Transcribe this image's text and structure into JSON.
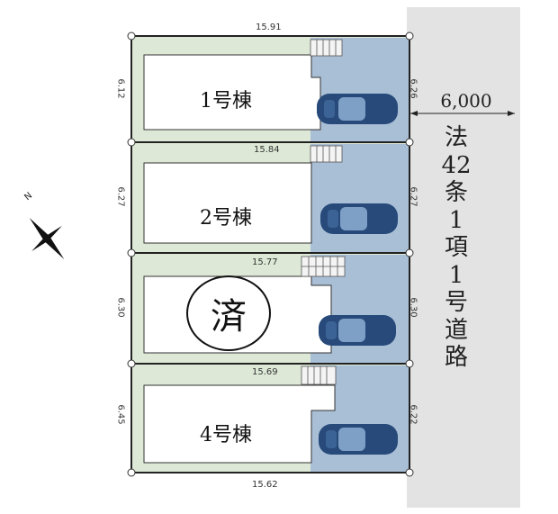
{
  "road": {
    "width_label": "6,000",
    "label_chars": [
      "法",
      "42",
      "条",
      "1",
      "項",
      "1",
      "号",
      "道",
      "路"
    ]
  },
  "compass": {
    "north_label": "N"
  },
  "lots": [
    {
      "name": "1号棟",
      "top_width": "15.91",
      "left_depth": "6.12",
      "right_depth": "6.26",
      "sold": false
    },
    {
      "name": "2号棟",
      "top_width": "15.84",
      "left_depth": "6.27",
      "right_depth": "6.27",
      "sold": false
    },
    {
      "name": "",
      "top_width": "15.77",
      "left_depth": "6.30",
      "right_depth": "6.30",
      "sold": true,
      "sold_label": "済"
    },
    {
      "name": "4号棟",
      "top_width": "15.69",
      "left_depth": "6.45",
      "right_depth": "6.22",
      "sold": false,
      "bottom_width": "15.62"
    }
  ],
  "colors": {
    "garden": "#dde9d6",
    "parking": "#a9bfd6",
    "road": "#e3e3e3",
    "building": "#ffffff",
    "car": "#274a7a",
    "lot_outline": "#222222"
  }
}
